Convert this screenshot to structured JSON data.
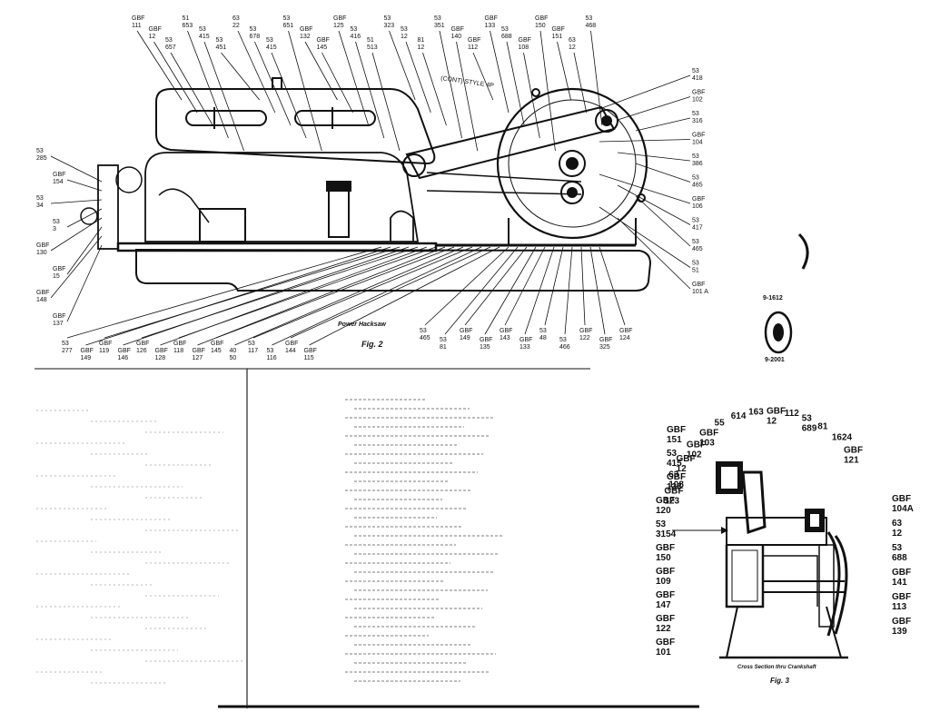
{
  "figure_2": {
    "caption": "Fig. 2",
    "subtitle": "Power Hacksaw",
    "note": "(CONT) STYLE 4P",
    "top_callouts": [
      {
        "code": "GBF",
        "num": "111"
      },
      {
        "code": "GBF",
        "num": "12"
      },
      {
        "code": "53",
        "num": "657"
      },
      {
        "code": "51",
        "num": "653"
      },
      {
        "code": "53",
        "num": "415"
      },
      {
        "code": "53",
        "num": "451"
      },
      {
        "code": "63",
        "num": "22"
      },
      {
        "code": "53",
        "num": "678"
      },
      {
        "code": "53",
        "num": "415"
      },
      {
        "code": "53",
        "num": "651"
      },
      {
        "code": "GBF",
        "num": "132"
      },
      {
        "code": "GBF",
        "num": "145"
      },
      {
        "code": "GBF",
        "num": "125"
      },
      {
        "code": "53",
        "num": "416"
      },
      {
        "code": "51",
        "num": "513"
      },
      {
        "code": "53",
        "num": "323"
      },
      {
        "code": "53",
        "num": "12"
      },
      {
        "code": "81",
        "num": "12"
      },
      {
        "code": "53",
        "num": "351"
      },
      {
        "code": "GBF",
        "num": "140"
      },
      {
        "code": "GBF",
        "num": "112"
      },
      {
        "code": "GBF",
        "num": "133"
      },
      {
        "code": "53",
        "num": "688"
      },
      {
        "code": "GBF",
        "num": "108"
      },
      {
        "code": "GBF",
        "num": "150"
      },
      {
        "code": "GBF",
        "num": "151"
      },
      {
        "code": "63",
        "num": "12"
      },
      {
        "code": "53",
        "num": "468"
      }
    ],
    "right_callouts": [
      {
        "code": "53",
        "num": "418"
      },
      {
        "code": "GBF",
        "num": "102"
      },
      {
        "code": "53",
        "num": "316"
      },
      {
        "code": "GBF",
        "num": "104"
      },
      {
        "code": "53",
        "num": "386"
      },
      {
        "code": "53",
        "num": "465"
      },
      {
        "code": "GBF",
        "num": "106"
      },
      {
        "code": "53",
        "num": "417"
      },
      {
        "code": "53",
        "num": "465"
      },
      {
        "code": "53",
        "num": "51"
      },
      {
        "code": "GBF",
        "num": "101 A"
      }
    ],
    "left_callouts": [
      {
        "code": "53",
        "num": "285"
      },
      {
        "code": "GBF",
        "num": "154"
      },
      {
        "code": "53",
        "num": "34"
      },
      {
        "code": "53",
        "num": "3"
      },
      {
        "code": "GBF",
        "num": "130"
      },
      {
        "code": "GBF",
        "num": "15"
      },
      {
        "code": "GBF",
        "num": "148"
      },
      {
        "code": "GBF",
        "num": "137"
      }
    ],
    "bottom_callouts": [
      {
        "code": "53",
        "num": "277"
      },
      {
        "code": "GBF",
        "num": "149"
      },
      {
        "code": "GBF",
        "num": "119"
      },
      {
        "code": "GBF",
        "num": "146"
      },
      {
        "code": "GBF",
        "num": "126"
      },
      {
        "code": "GBF",
        "num": "128"
      },
      {
        "code": "GBF",
        "num": "118"
      },
      {
        "code": "GBF",
        "num": "127"
      },
      {
        "code": "GBF",
        "num": "145"
      },
      {
        "code": "40",
        "num": "50"
      },
      {
        "code": "53",
        "num": "117"
      },
      {
        "code": "53",
        "num": "116"
      },
      {
        "code": "GBF",
        "num": "144"
      },
      {
        "code": "GBF",
        "num": "115"
      },
      {
        "code": "53",
        "num": "465"
      },
      {
        "code": "53",
        "num": "81"
      },
      {
        "code": "GBF",
        "num": "149"
      },
      {
        "code": "GBF",
        "num": "135"
      },
      {
        "code": "GBF",
        "num": "143"
      },
      {
        "code": "GBF",
        "num": "133"
      },
      {
        "code": "53",
        "num": "48"
      },
      {
        "code": "53",
        "num": "466"
      },
      {
        "code": "GBF",
        "num": "122"
      },
      {
        "code": "GBF",
        "num": "325"
      },
      {
        "code": "GBF",
        "num": "124"
      }
    ]
  },
  "side_parts": {
    "part_a": "9-1612",
    "part_b": "9-2001"
  },
  "figure_3": {
    "caption": "Fig. 3",
    "subtitle": "Cross Section thru Crankshaft",
    "top_labels": [
      {
        "code": "GBF",
        "num": "123"
      },
      {
        "code": "63",
        "num": "108"
      },
      {
        "code": "GBF",
        "num": "12"
      },
      {
        "code": "GBF",
        "num": "102"
      },
      {
        "code": "GBF",
        "num": "103"
      },
      {
        "code": "",
        "num": "55"
      },
      {
        "code": "",
        "num": "614"
      },
      {
        "code": "",
        "num": "163"
      },
      {
        "code": "GBF",
        "num": "12"
      },
      {
        "code": "",
        "num": "112"
      },
      {
        "code": "53",
        "num": "689"
      },
      {
        "code": "",
        "num": "81"
      },
      {
        "code": "",
        "num": "1624"
      },
      {
        "code": "GBF",
        "num": "121"
      }
    ],
    "left_labels": [
      {
        "code": "GBF",
        "num": "151"
      },
      {
        "code": "53",
        "num": "415"
      },
      {
        "code": "GBF",
        "num": "138"
      },
      {
        "code": "GBF",
        "num": "120"
      },
      {
        "code": "53",
        "num": "3154"
      },
      {
        "code": "GBF",
        "num": "150"
      },
      {
        "code": "GBF",
        "num": "109"
      },
      {
        "code": "GBF",
        "num": "147"
      },
      {
        "code": "GBF",
        "num": "122"
      },
      {
        "code": "GBF",
        "num": "101"
      }
    ],
    "right_labels": [
      {
        "code": "GBF",
        "num": "104A"
      },
      {
        "code": "63",
        "num": "12"
      },
      {
        "code": "53",
        "num": "688"
      },
      {
        "code": "GBF",
        "num": "141"
      },
      {
        "code": "GBF",
        "num": "113"
      },
      {
        "code": "GBF",
        "num": "139"
      }
    ]
  }
}
